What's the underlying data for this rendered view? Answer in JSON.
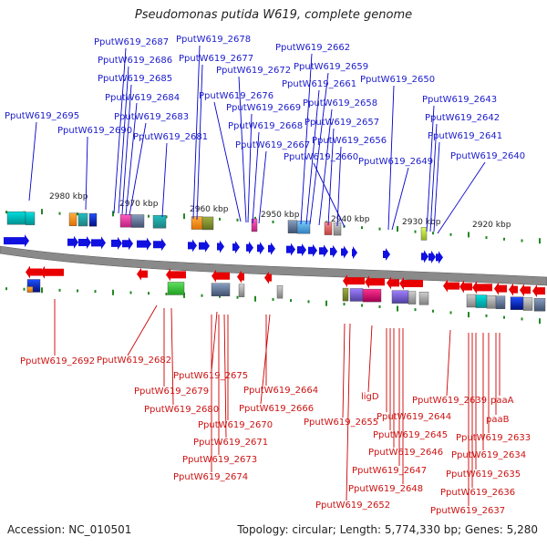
{
  "title": "Pseudomonas putida W619, complete genome",
  "footer": {
    "accession": "Accession: NC_010501",
    "summary": "Topology: circular; Length: 5,774,330 bp; Genes: 5,280"
  },
  "colors": {
    "forward": "#1010e0",
    "reverse": "#e80000",
    "backbone": "#888888",
    "tick": "#228822"
  },
  "scale_labels": [
    "2980 kbp",
    "2970 kbp",
    "2960 kbp",
    "2950 kbp",
    "2940 kbp",
    "2930 kbp",
    "2920 kbp"
  ],
  "forward_labels": [
    "PputW619_2695",
    "PputW619_2690",
    "PputW619_2687",
    "PputW619_2686",
    "PputW619_2685",
    "PputW619_2684",
    "PputW619_2683",
    "PputW619_2681",
    "PputW619_2678",
    "PputW619_2677",
    "PputW619_2676",
    "PputW619_2672",
    "PputW619_2669",
    "PputW619_2668",
    "PputW619_2667",
    "PputW619_2662",
    "PputW619_2661",
    "PputW619_2659",
    "PputW619_2658",
    "PputW619_2657",
    "PputW619_2656",
    "PputW619_2660",
    "PputW619_2650",
    "PputW619_2649",
    "PputW619_2643",
    "PputW619_2642",
    "PputW619_2641",
    "PputW619_2640"
  ],
  "reverse_labels": [
    "PputW619_2692",
    "PputW619_2682",
    "PputW619_2679",
    "PputW619_2680",
    "PputW619_2675",
    "PputW619_2664",
    "PputW619_2666",
    "PputW619_2670",
    "PputW619_2671",
    "PputW619_2673",
    "PputW619_2674",
    "PputW619_2655",
    "ligD",
    "PputW619_2639",
    "paaA",
    "PputW619_2644",
    "paaB",
    "PputW619_2645",
    "PputW619_2633",
    "PputW619_2646",
    "PputW619_2634",
    "PputW619_2647",
    "PputW619_2635",
    "PputW619_2648",
    "PputW619_2636",
    "PputW619_2652",
    "PputW619_2637"
  ]
}
